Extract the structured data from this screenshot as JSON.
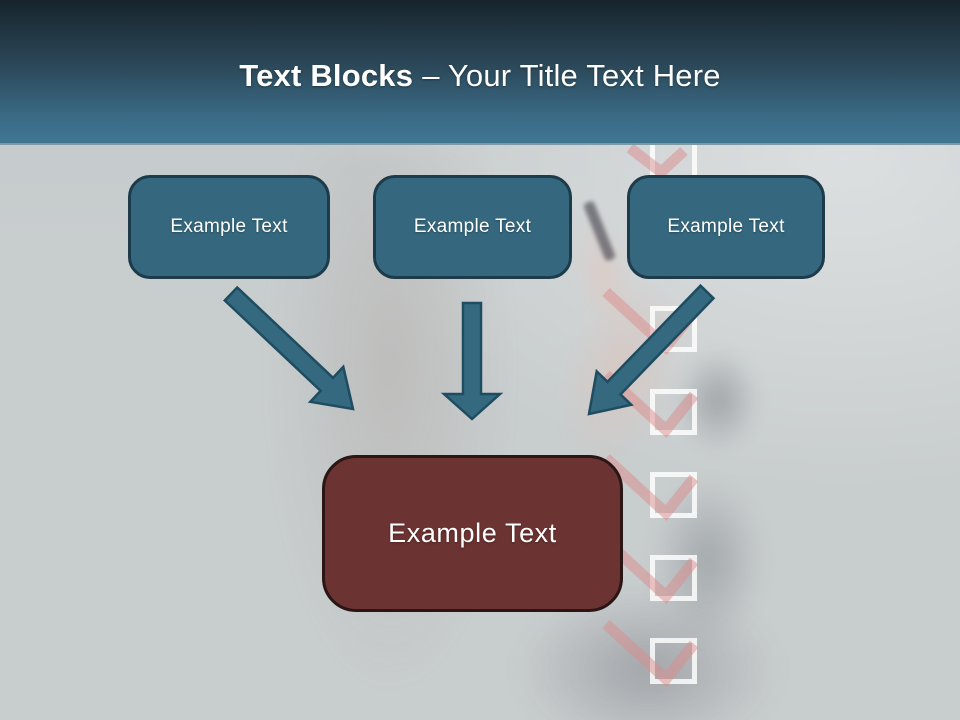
{
  "header": {
    "title_bold": "Text Blocks",
    "title_regular": "– Your Title Text Here"
  },
  "top_blocks": [
    {
      "label": "Example Text"
    },
    {
      "label": "Example Text"
    },
    {
      "label": "Example Text"
    }
  ],
  "result_block": {
    "label": "Example Text"
  },
  "colors": {
    "header_gradient_top": "#1a2933",
    "header_gradient_bottom": "#417693",
    "block_teal": "#35687e",
    "block_teal_border": "#1d3b4a",
    "block_red": "#6b3331",
    "block_red_border": "#2b1515",
    "arrow": "#34697f",
    "body_background": "#c8cdce",
    "checkmark_pink": "#db8b8b",
    "checkbox_white": "#ffffff"
  },
  "background_icons": {
    "checkbox_icon_count": 7,
    "checkmark_icon_count": 6
  }
}
